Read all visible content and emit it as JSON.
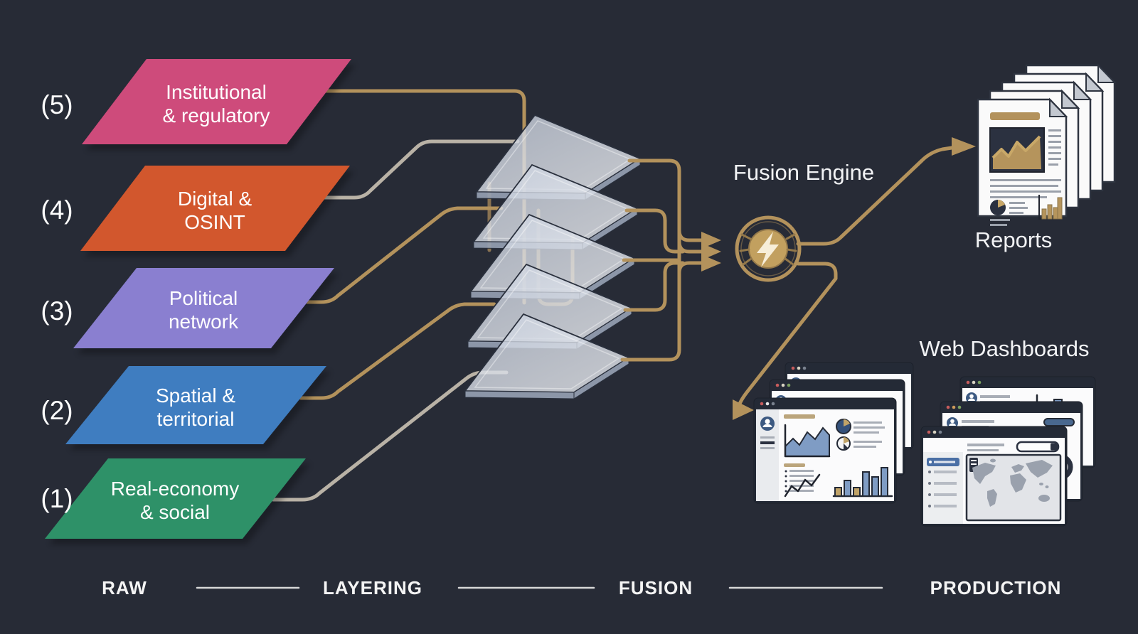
{
  "colors": {
    "background": "#272b36",
    "gold": "#b3925c",
    "silver": "#b9b2a6",
    "white": "#f2f3f5",
    "chart_blue": "#7f9cc4",
    "bar_gold": "#c0a368",
    "frame": "#242a36",
    "map_gray": "#9aa1ad",
    "layer_pink": "#ce4b7b",
    "layer_orange": "#d2572d",
    "layer_purple": "#8a7fd0",
    "layer_blue": "#3f7dc0",
    "layer_green": "#2e9168"
  },
  "layers": [
    {
      "number": "(5)",
      "line1": "Institutional",
      "line2": "& regulatory",
      "color": "#ce4b7b"
    },
    {
      "number": "(4)",
      "line1": "Digital &",
      "line2": "OSINT",
      "color": "#d2572d"
    },
    {
      "number": "(3)",
      "line1": "Political",
      "line2": "network",
      "color": "#8a7fd0"
    },
    {
      "number": "(2)",
      "line1": "Spatial &",
      "line2": "territorial",
      "color": "#3f7dc0"
    },
    {
      "number": "(1)",
      "line1": "Real-economy",
      "line2": "& social",
      "color": "#2e9168"
    }
  ],
  "fusion": {
    "label": "Fusion Engine",
    "icon": "lightning-bolt-burst-in-ring-icon"
  },
  "outputs": {
    "reports": {
      "label": "Reports",
      "icon": "stacked-documents-icon"
    },
    "dashboards": {
      "label": "Web Dashboards",
      "icon_left": "browser-windows-charts-icon",
      "icon_right": "browser-windows-world-map-icon"
    }
  },
  "stack": {
    "icon": "stacked-translucent-layers-icon",
    "layer_count": 5
  },
  "stages": [
    {
      "label": "RAW"
    },
    {
      "label": "LAYERING"
    },
    {
      "label": "FUSION"
    },
    {
      "label": "PRODUCTION"
    }
  ]
}
